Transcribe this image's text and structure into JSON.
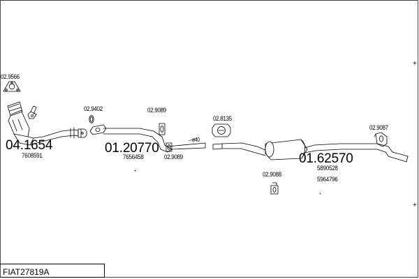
{
  "part_codes": {
    "c1": "02.9566",
    "c2": "02.9402",
    "c3": "02.9089",
    "c4": "02.8135",
    "c5": "02.9087",
    "c6": "02.9089",
    "c7": "02.9088"
  },
  "main_parts": {
    "p1": "04.1654",
    "p2": "01.20770",
    "p3": "01.62570"
  },
  "ref_numbers": {
    "r1": "7608591",
    "r2": "7656458",
    "r3": "5890528",
    "r4": "5964796"
  },
  "diameter_label": "ø40",
  "footer": {
    "model_code": "FIAT27819A"
  }
}
